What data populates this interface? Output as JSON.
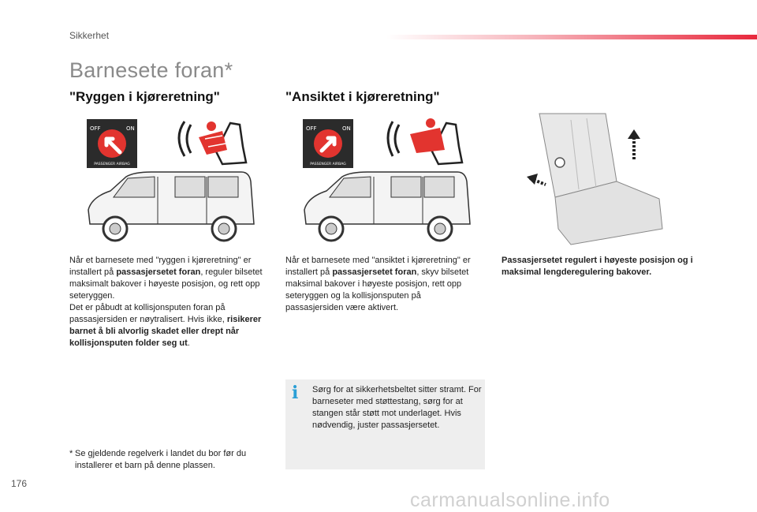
{
  "header": {
    "section": "Sikkerhet",
    "page_title": "Barnesete foran*",
    "accent_color": "#e8283c"
  },
  "left_column": {
    "heading": "\"Ryggen i kjøreretning\"",
    "icon_off": "OFF",
    "icon_on": "ON",
    "icon_airbag_label": "PASSENGER AIRBAG",
    "p1": "Når et barnesete med \"ryggen i kjøreretning\" er installert på ",
    "p1_bold": "passasjersetet foran",
    "p1_rest": ", reguler bilsetet maksimalt bakover i høyeste posisjon, og rett opp seteryggen.",
    "p2": "Det er påbudt at kollisjonsputen foran på passasjersiden er nøytralisert. Hvis ikke, ",
    "p2_bold": "risikerer barnet å bli alvorlig skadet eller drept når kollisjonsputen folder seg ut",
    "p2_end": "."
  },
  "middle_column": {
    "heading": "\"Ansiktet i kjøreretning\"",
    "icon_off": "OFF",
    "icon_on": "ON",
    "icon_airbag_label": "PASSENGER AIRBAG",
    "p1": "Når et barnesete med \"ansiktet i kjøreretning\" er installert på ",
    "p1_bold": "passasjersetet foran",
    "p1_rest": ", skyv bilsetet maksimal bakover i høyeste posisjon, rett opp seteryggen og la kollisjonsputen på passasjersiden være aktivert."
  },
  "right_column": {
    "caption": "Passasjersetet regulert i høyeste posisjon og i maksimal lengderegulering bakover."
  },
  "info_box": {
    "icon": "i",
    "text": "Sørg for at sikkerhetsbeltet sitter stramt. For barneseter med støttestang, sørg for at stangen står støtt mot underlaget. Hvis nødvendig, juster passasjersetet."
  },
  "footnote": {
    "marker": "*",
    "text": "Se gjeldende regelverk i landet du bor før du installerer et barn på denne plassen."
  },
  "footer": {
    "page_number": "176",
    "watermark": "carmanualsonline.info"
  }
}
